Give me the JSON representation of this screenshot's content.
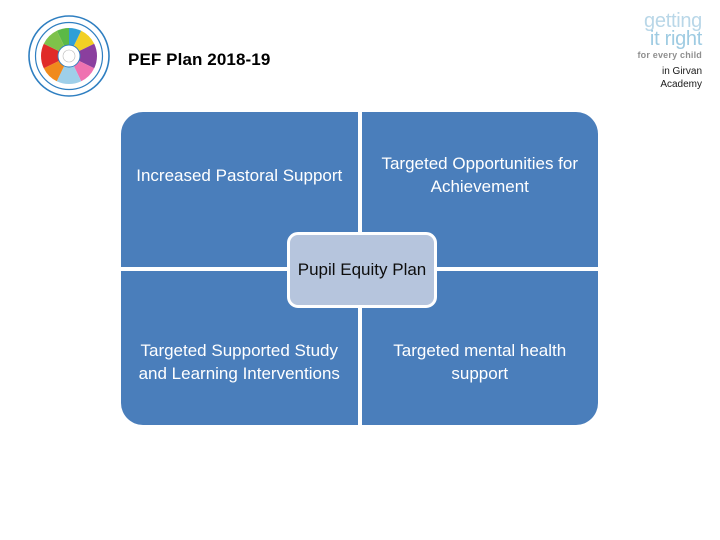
{
  "header": {
    "title": "PEF Plan 2018-19",
    "logo": {
      "name": "shanarri-wellbeing-wheel-logo",
      "alt": "GIRFEC wellbeing wheel"
    },
    "brand": {
      "line1": "getting",
      "line2": "it right",
      "line3": "for every child",
      "school_line1": "in Girvan",
      "school_line2": "Academy"
    }
  },
  "diagram": {
    "type": "quadrant-matrix",
    "center": {
      "label": "Pupil Equity Plan"
    },
    "quadrants": [
      {
        "position": "top-left",
        "label": "Increased Pastoral Support"
      },
      {
        "position": "top-right",
        "label": "Targeted Opportunities for Achievement"
      },
      {
        "position": "bottom-left",
        "label": "Targeted Supported Study and Learning Interventions"
      },
      {
        "position": "bottom-right",
        "label": "Targeted mental health support"
      }
    ]
  },
  "colors": {
    "quadrant_blue": "#4a7ebb",
    "center_fill": "#b6c5dd",
    "divider_white": "#ffffff",
    "brand_blue": "#9ecbe2",
    "page_background": "#ffffff",
    "title_text": "#000000"
  }
}
